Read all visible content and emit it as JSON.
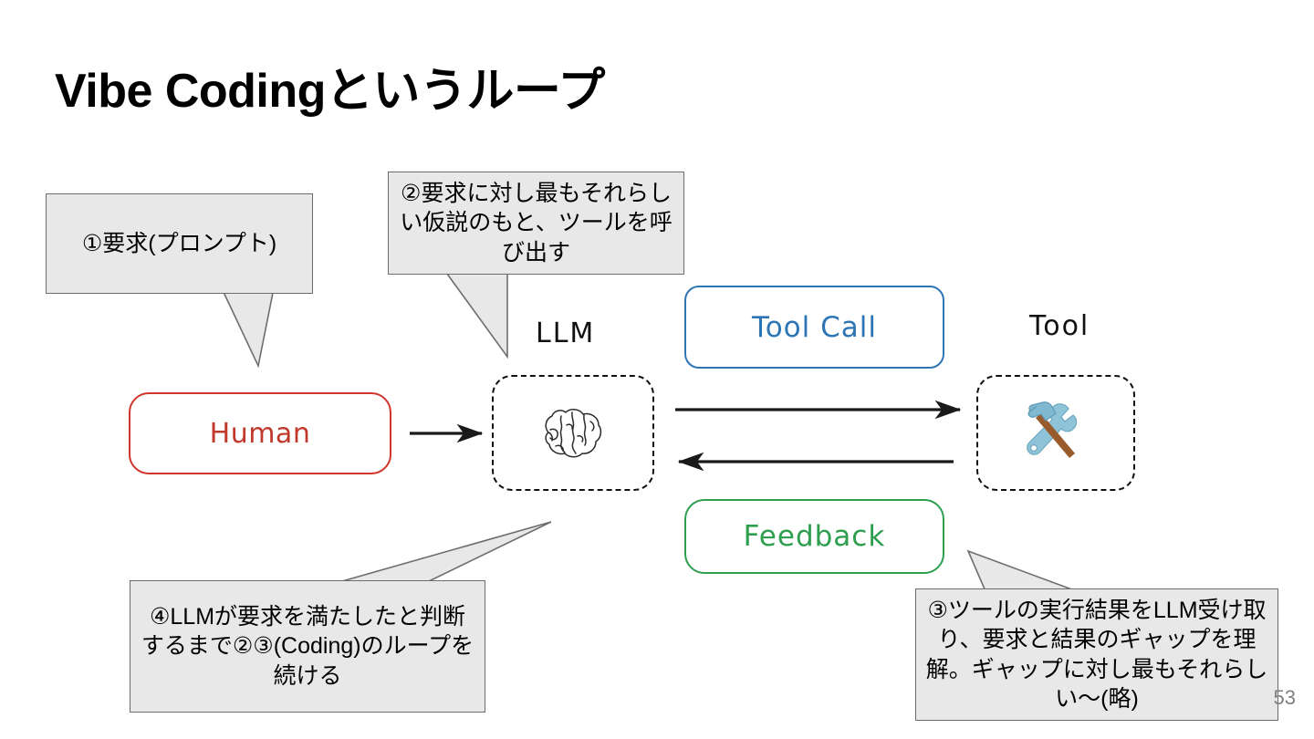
{
  "slide": {
    "title": "Vibe Codingというループ",
    "page_number": "53",
    "background_color": "#ffffff"
  },
  "callouts": [
    {
      "id": "callout-1",
      "number": "①",
      "text": "①要求(プロンプト)",
      "points_to": "human-box",
      "fill_color": "#e8e8e8",
      "border_color": "#6d6d6d"
    },
    {
      "id": "callout-2",
      "number": "②",
      "text": "②要求に対し最もそれらしい仮説のもと、ツールを呼び出す",
      "points_to": "llm-node",
      "fill_color": "#e8e8e8",
      "border_color": "#6d6d6d"
    },
    {
      "id": "callout-3",
      "number": "③",
      "text": "③ツールの実行結果をLLM受け取り、要求と結果のギャップを理解。ギャップに対し最もそれらしい～(略)",
      "points_to": "feedback-box",
      "fill_color": "#e8e8e8",
      "border_color": "#6d6d6d"
    },
    {
      "id": "callout-4",
      "number": "④",
      "text": "④LLMが要求を満たしたと判断するまで②③(Coding)のループを続ける",
      "points_to": "llm-node",
      "fill_color": "#e8e8e8",
      "border_color": "#6d6d6d"
    }
  ],
  "nodes": {
    "human": {
      "label": "Human",
      "color": "#c0392b",
      "border_color": "#d0352c",
      "style": "rounded-solid"
    },
    "llm": {
      "caption": "LLM",
      "icon": "brain-icon",
      "style": "rounded-dashed",
      "border_color": "#111111"
    },
    "tool": {
      "caption": "Tool",
      "icon": "hammer-and-wrench-icon",
      "glyph": "🛠",
      "style": "rounded-dashed",
      "border_color": "#111111"
    },
    "tool_call": {
      "label": "Tool Call",
      "color": "#2e75b6",
      "border_color": "#2e75b6",
      "style": "rounded-solid"
    },
    "feedback": {
      "label": "Feedback",
      "color": "#2e9e4f",
      "border_color": "#2e9e4f",
      "style": "rounded-solid"
    }
  },
  "arrows": [
    {
      "id": "arrow-human-to-llm",
      "from": "human",
      "to": "llm",
      "direction": "right"
    },
    {
      "id": "arrow-llm-to-tool",
      "from": "llm",
      "to": "tool",
      "direction": "right"
    },
    {
      "id": "arrow-tool-to-llm",
      "from": "tool",
      "to": "llm",
      "direction": "left"
    }
  ]
}
